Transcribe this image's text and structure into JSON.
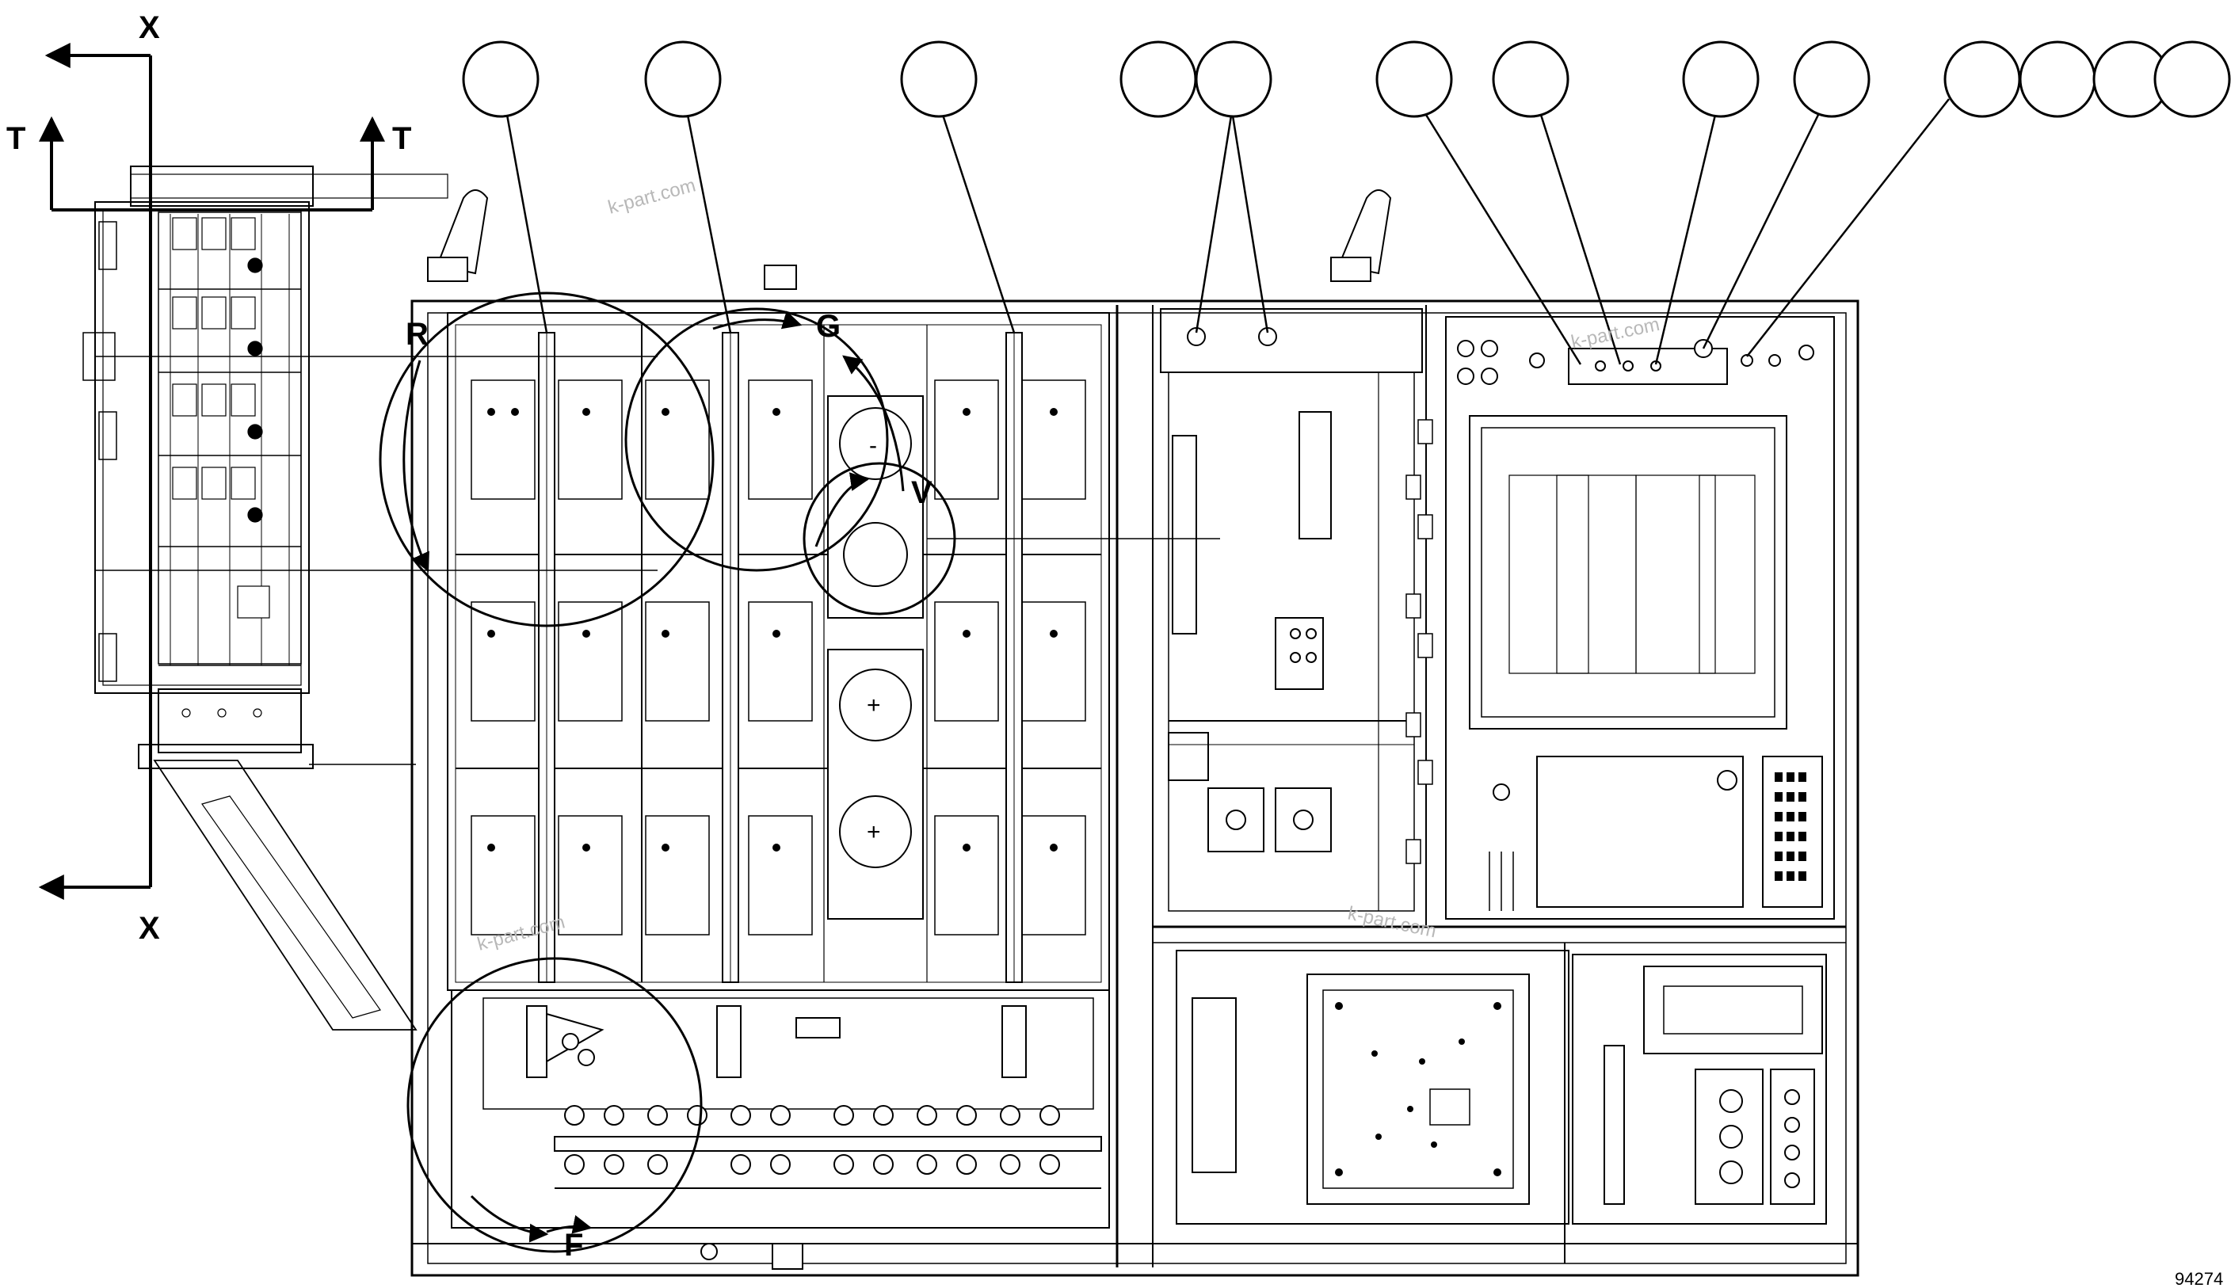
{
  "figure_number": "94274",
  "section_labels": {
    "x_top": "X",
    "x_bottom": "X",
    "t_left": "T",
    "t_right": "T"
  },
  "detail_labels": {
    "r": "R",
    "g": "G",
    "v": "V",
    "f": "F"
  },
  "watermark_text": "k-part.com",
  "callout_balloon_count": 13,
  "colors": {
    "line": "#000000",
    "background": "#ffffff",
    "watermark": "#b8b8b8"
  }
}
